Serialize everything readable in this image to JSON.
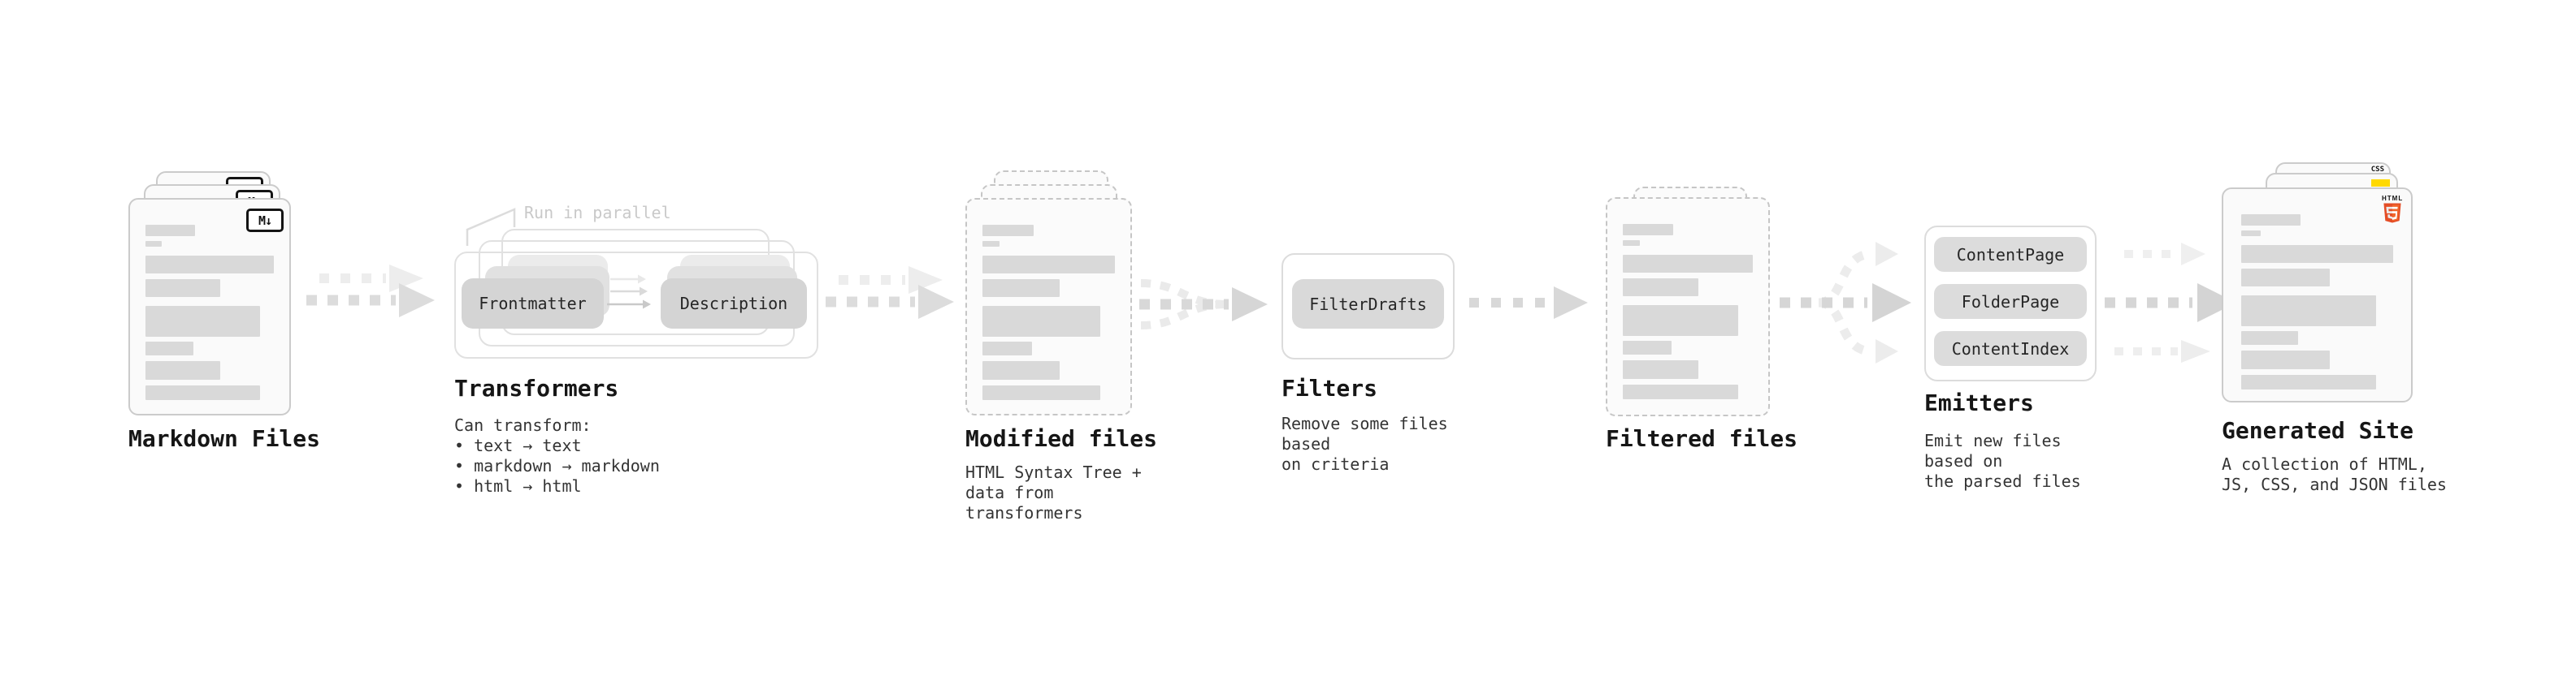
{
  "stages": {
    "markdown": {
      "label": "Markdown Files"
    },
    "transformers": {
      "label": "Transformers",
      "annotation": "Run in parallel",
      "buttons": {
        "frontmatter": "Frontmatter",
        "description": "Description"
      },
      "desc": "Can transform:\n • text → text\n • markdown → markdown\n • html → html"
    },
    "modified": {
      "label": "Modified files",
      "desc": "HTML Syntax Tree +\ndata from transformers"
    },
    "filters": {
      "label": "Filters",
      "buttons": {
        "filterDrafts": "FilterDrafts"
      },
      "desc": "Remove some files based\non criteria"
    },
    "filtered": {
      "label": "Filtered files"
    },
    "emitters": {
      "label": "Emitters",
      "buttons": {
        "contentPage": "ContentPage",
        "folderPage": "FolderPage",
        "contentIndex": "ContentIndex"
      },
      "desc": "Emit new files based on\nthe parsed files"
    },
    "generated": {
      "label": "Generated Site",
      "desc": "A collection of HTML,\nJS, CSS, and JSON files"
    }
  },
  "icons": {
    "markdown": "M↓",
    "html": "HTML",
    "html5_number": "5",
    "css": "CSS"
  },
  "colors": {
    "html5_orange": "#e44d26",
    "html5_orange_light": "#f16529",
    "js_yellow": "#ffd900",
    "css_blue": "#2d6ce0",
    "skeleton_gray": "#d9d9d9"
  }
}
